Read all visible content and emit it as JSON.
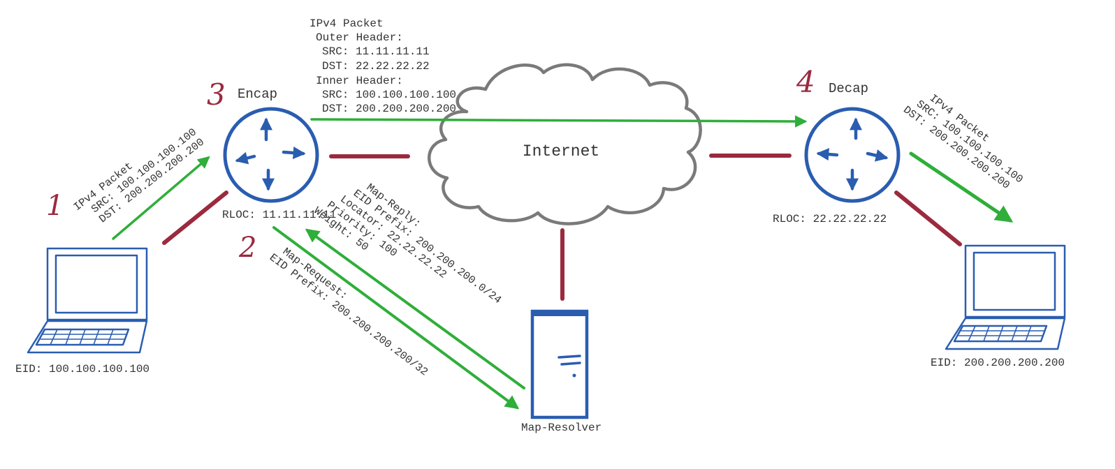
{
  "colors": {
    "device": "#2a5db0",
    "link": "#9b2a3f",
    "flow": "#2fae3a",
    "cloud": "#7a7a7a",
    "text": "#333333"
  },
  "nodes": {
    "encap": {
      "label": "Encap",
      "step": "3",
      "rloc": "RLOC: 11.11.11.11"
    },
    "decap": {
      "label": "Decap",
      "step": "4",
      "rloc": "RLOC: 22.22.22.22"
    },
    "internet": {
      "label": "Internet"
    },
    "map_resolver": {
      "label": "Map-Resolver"
    },
    "host_left": {
      "eid": "EID: 100.100.100.100"
    },
    "host_right": {
      "eid": "EID: 200.200.200.200"
    }
  },
  "steps": {
    "step1": "1",
    "step2": "2"
  },
  "annotations": {
    "packet_left": [
      "IPv4 Packet",
      "SRC: 100.100.100.100",
      "DST: 200.200.200.200"
    ],
    "packet_top": [
      "IPv4 Packet",
      "Outer Header:",
      "SRC: 11.11.11.11",
      "DST: 22.22.22.22",
      "Inner Header:",
      "SRC: 100.100.100.100",
      "DST: 200.200.200.200"
    ],
    "packet_right": [
      "IPv4 Packet",
      "SRC: 100.100.100.100",
      "DST: 200.200.200.200"
    ],
    "map_reply": [
      "Map-Reply:",
      "EID Prefix: 200.200.200.0/24",
      "Locator: 22.22.22.22",
      "Priority: 100",
      "Weight: 50"
    ],
    "map_request": [
      "Map-Request:",
      "EID Prefix: 200.200.200.200/32"
    ]
  }
}
